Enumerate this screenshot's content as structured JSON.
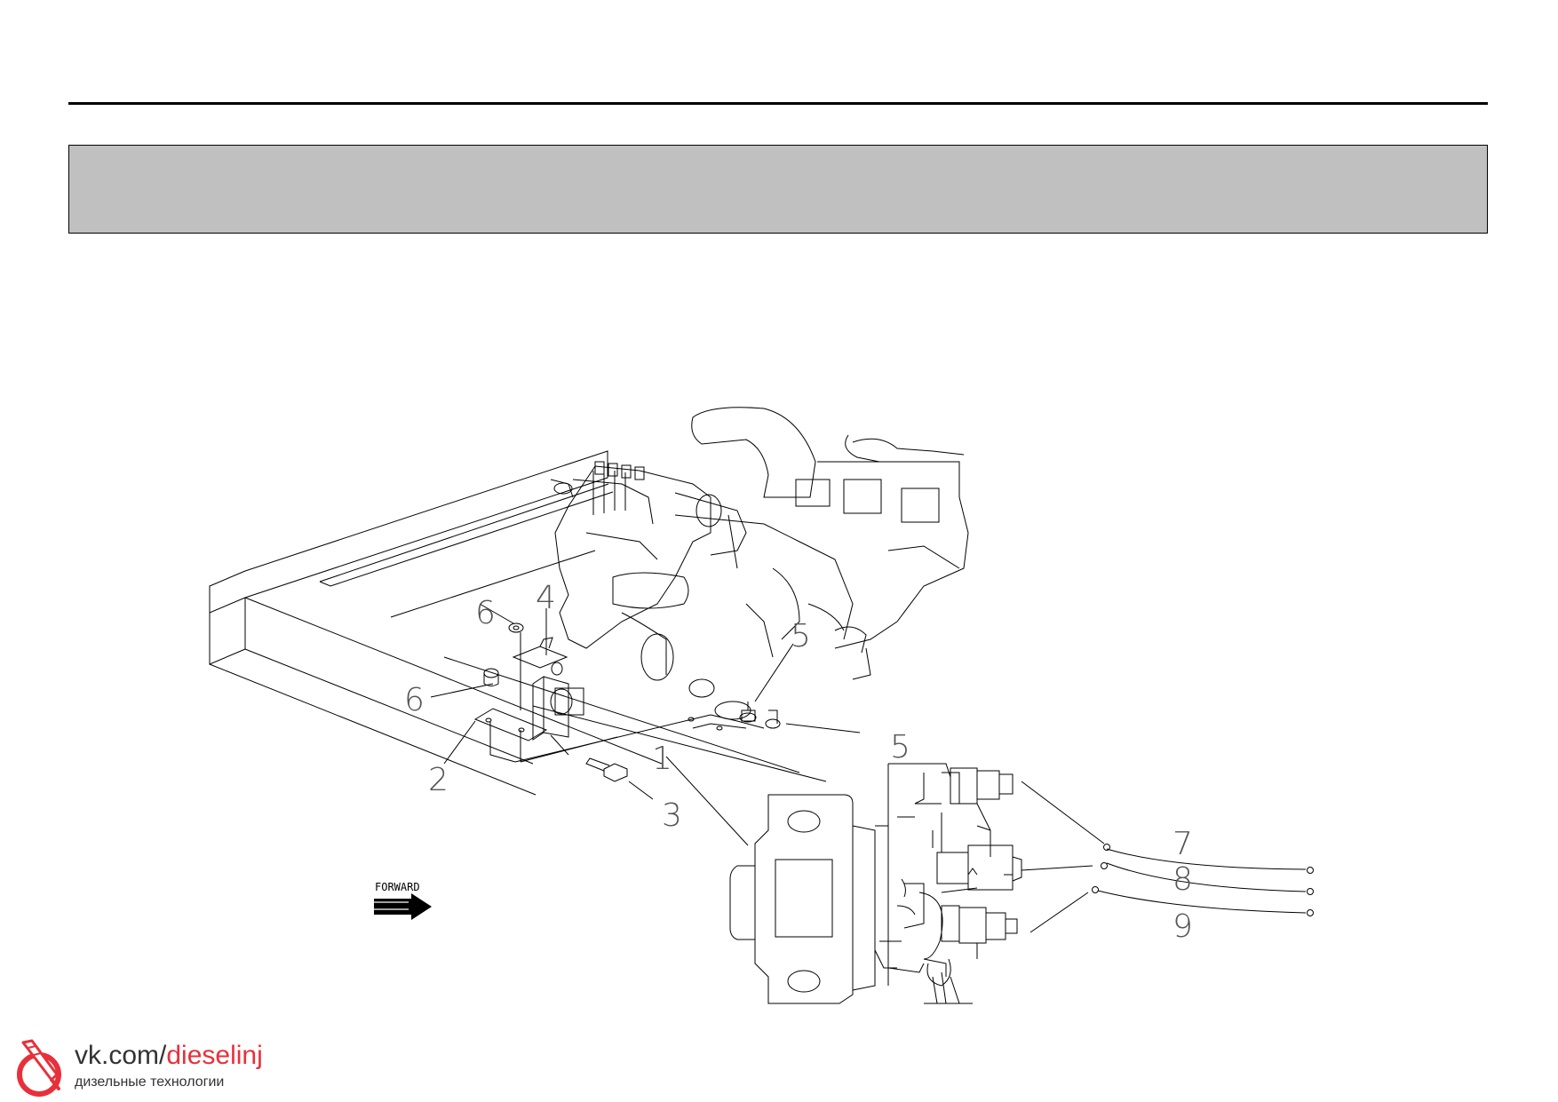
{
  "callouts": [
    {
      "id": "1",
      "text": "1"
    },
    {
      "id": "2",
      "text": "2"
    },
    {
      "id": "3",
      "text": "3"
    },
    {
      "id": "4",
      "text": "4"
    },
    {
      "id": "5a",
      "text": "5"
    },
    {
      "id": "5b",
      "text": "5"
    },
    {
      "id": "6a",
      "text": "6"
    },
    {
      "id": "6b",
      "text": "6"
    },
    {
      "id": "7",
      "text": "7"
    },
    {
      "id": "8",
      "text": "8"
    },
    {
      "id": "9",
      "text": "9"
    }
  ],
  "forward_label": "FORWARD",
  "brand": {
    "prefix": "vk.com/",
    "accent": "dieselinj",
    "subtitle": "дизельные технологии",
    "accent_color": "#e8303a"
  },
  "header_band_color": "#c0c0c0"
}
